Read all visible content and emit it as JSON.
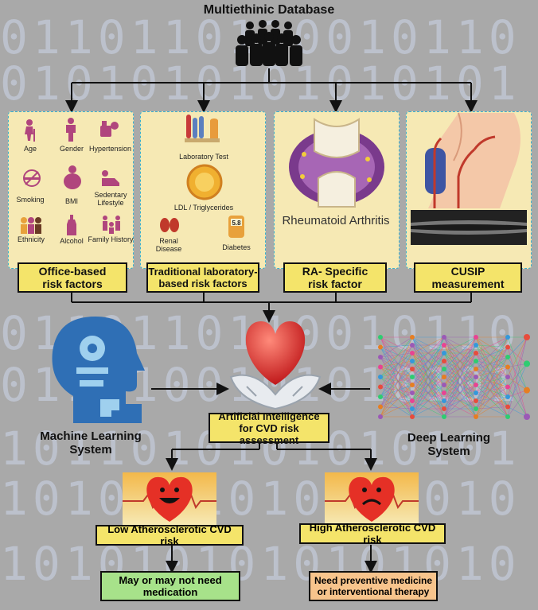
{
  "title": "Multiethinic Database",
  "binary_rows": [
    "0110110110010110",
    "0101010101010101",
    "0110110110010110",
    "0110100101010101",
    "1011010101010101",
    "1010101010101010",
    "1010101010101010"
  ],
  "office": {
    "items": [
      "Age",
      "Gender",
      "Hypertension",
      "Smoking",
      "BMI",
      "Sedentary Lifestyle",
      "Ethnicity",
      "Alcohol",
      "Family History"
    ],
    "label": "Office-based risk factors"
  },
  "lab": {
    "items": [
      "Laboratory Test",
      "LDL / Triglycerides",
      "Renal Disease",
      "Diabetes"
    ],
    "glucose_reading": "5.8",
    "label": "Traditional laboratory-based risk factors"
  },
  "ra": {
    "image_text": "Rheumatoid Arthritis",
    "label": "RA- Specific risk factor"
  },
  "cusip": {
    "label": "CUSIP measurement"
  },
  "ml_label": "Machine Learning System",
  "dl_label": "Deep Learning System",
  "ai_label": "Artificial Intelligence for CVD risk assessment",
  "low": {
    "label": "Low Atherosclerotic CVD risk",
    "outcome": "May or may not need medication"
  },
  "high": {
    "label": "High Atherosclerotic CVD risk",
    "outcome": "Need preventive medicine or interventional therapy"
  },
  "colors": {
    "background": "#a9a9a9",
    "panel": "#f6e9b4",
    "label": "#f4e46a",
    "low_outcome": "#a7e28a",
    "high_outcome": "#f7c48c",
    "heart": "#e53026"
  }
}
